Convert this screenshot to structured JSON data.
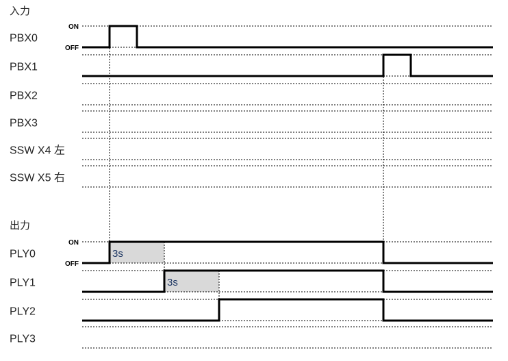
{
  "sections": {
    "input": "入力",
    "output": "出力"
  },
  "levels": {
    "on": "ON",
    "off": "OFF"
  },
  "time_range": [
    -1,
    15
  ],
  "colors": {
    "signal": "#000000",
    "shade": "#d9d9d9"
  },
  "inputs": [
    {
      "name": "PBX0",
      "pulses": [
        [
          1,
          2
        ]
      ],
      "show_levels": true
    },
    {
      "name": "PBX1",
      "pulses": [
        [
          11,
          12
        ]
      ]
    },
    {
      "name": "PBX2",
      "pulses": null
    },
    {
      "name": "PBX3",
      "pulses": null
    },
    {
      "name": "SSW X4 左",
      "pulses": null
    },
    {
      "name": "SSW X5 右",
      "pulses": null
    }
  ],
  "outputs": [
    {
      "name": "PLY0",
      "pulses": [
        [
          1,
          11
        ]
      ],
      "show_levels": true,
      "delay": {
        "from": 1,
        "to": 3,
        "label": "3s"
      }
    },
    {
      "name": "PLY1",
      "pulses": [
        [
          3,
          11
        ]
      ],
      "delay": {
        "from": 3,
        "to": 5,
        "label": "3s"
      }
    },
    {
      "name": "PLY2",
      "pulses": [
        [
          5,
          11
        ]
      ]
    },
    {
      "name": "PLY3",
      "pulses": null
    }
  ]
}
